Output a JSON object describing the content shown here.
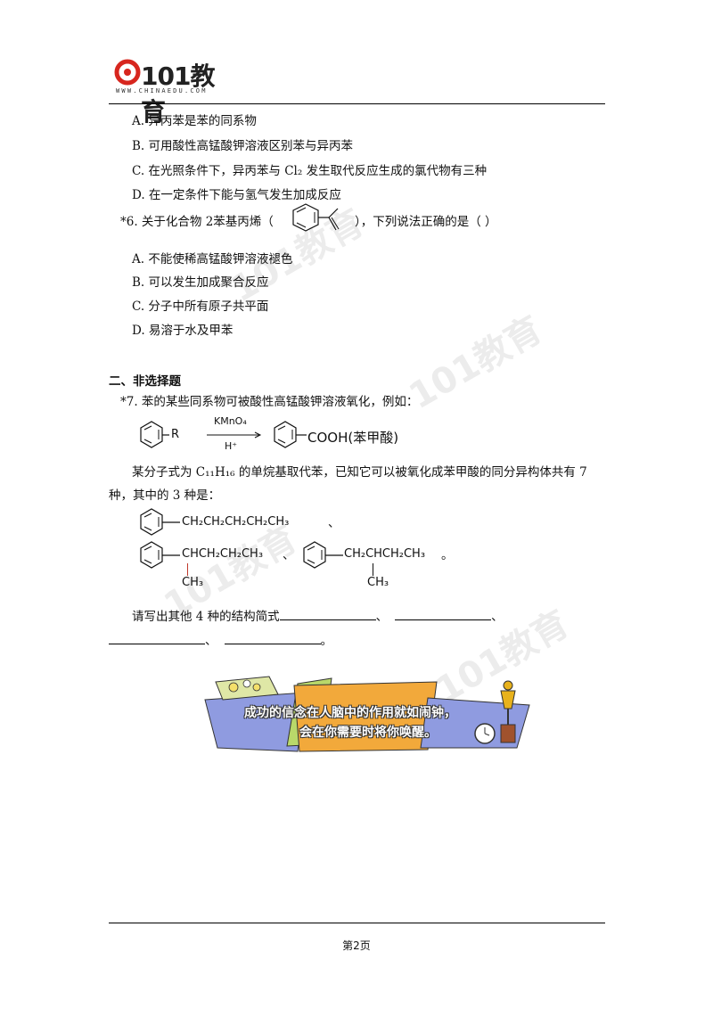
{
  "header": {
    "logo_text": "101教育",
    "logo_url": "WWW.CHINAEDU.COM"
  },
  "q5_options": [
    "A.  异丙苯是苯的同系物",
    "B.  可用酸性高锰酸钾溶液区别苯与异丙苯",
    "C.  在光照条件下，异丙苯与 Cl₂ 发生取代反应生成的氯代物有三种",
    "D.  在一定条件下能与氢气发生加成反应"
  ],
  "q6": {
    "stem_before": "*6.  关于化合物 2苯基丙烯（",
    "stem_after": "），下列说法正确的是（        ）",
    "options": [
      "A.  不能使稀高锰酸钾溶液褪色",
      "B.  可以发生加成聚合反应",
      "C.  分子中所有原子共平面",
      "D.  易溶于水及甲苯"
    ]
  },
  "section2": {
    "title": "二、非选择题"
  },
  "q7": {
    "stem": "*7.  苯的某些同系物可被酸性高锰酸钾溶液氧化，例如：",
    "reaction": {
      "reactant": "R",
      "reagent_top": "KMnO₄",
      "reagent_bottom": "H⁺",
      "product": "COOH(苯甲酸)"
    },
    "para1": "某分子式为 C₁₁H₁₆ 的单烷基取代苯，已知它可以被氧化成苯甲酸的同分异构体共有 7",
    "para2": "种，其中的 3 种是：",
    "isomer1": "CH₂CH₂CH₂CH₂CH₃",
    "sep1": "、",
    "isomer2_main": "CHCH₂CH₂CH₃",
    "isomer2_branch": "CH₃",
    "sep2": "、",
    "isomer3_main": "CH₂CHCH₂CH₃",
    "isomer3_branch": "CH₃",
    "end_mark": "。",
    "answer_prompt": "请写出其他 4 种的结构简式",
    "sep_a": "、",
    "sep_b": "、",
    "sep_c": "、",
    "end_period": "。"
  },
  "banner": {
    "line1": "成功的信念在人脑中的作用就如闹钟，",
    "line2": "会在你需要时将你唤醒。"
  },
  "footer": {
    "page": "第2页"
  },
  "watermark": "101教育",
  "colors": {
    "logo_red": "#d7261e",
    "banner_blue": "#8f9be0",
    "banner_orange": "#f2a93b",
    "banner_green": "#b9d86a"
  }
}
